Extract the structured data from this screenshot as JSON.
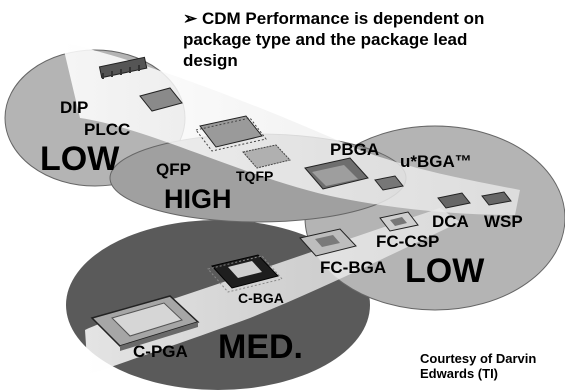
{
  "headline": {
    "bullet": "➢",
    "lines": [
      "CDM Performance is dependent on",
      "package type and the package lead",
      "design"
    ]
  },
  "zones": {
    "low_left": "LOW",
    "high": "HIGH",
    "low_right": "LOW",
    "med": "MED."
  },
  "packages": {
    "dip": "DIP",
    "plcc": "PLCC",
    "qfp": "QFP",
    "tqfp": "TQFP",
    "pbga": "PBGA",
    "ubga": "u*BGA™",
    "dca": "DCA",
    "wsp": "WSP",
    "fc_csp": "FC-CSP",
    "fc_bga": "FC-BGA",
    "c_bga": "C-BGA",
    "c_pga": "C-PGA"
  },
  "credit": {
    "lines": [
      "Courtesy of Darvin",
      "Edwards (TI)"
    ]
  }
}
